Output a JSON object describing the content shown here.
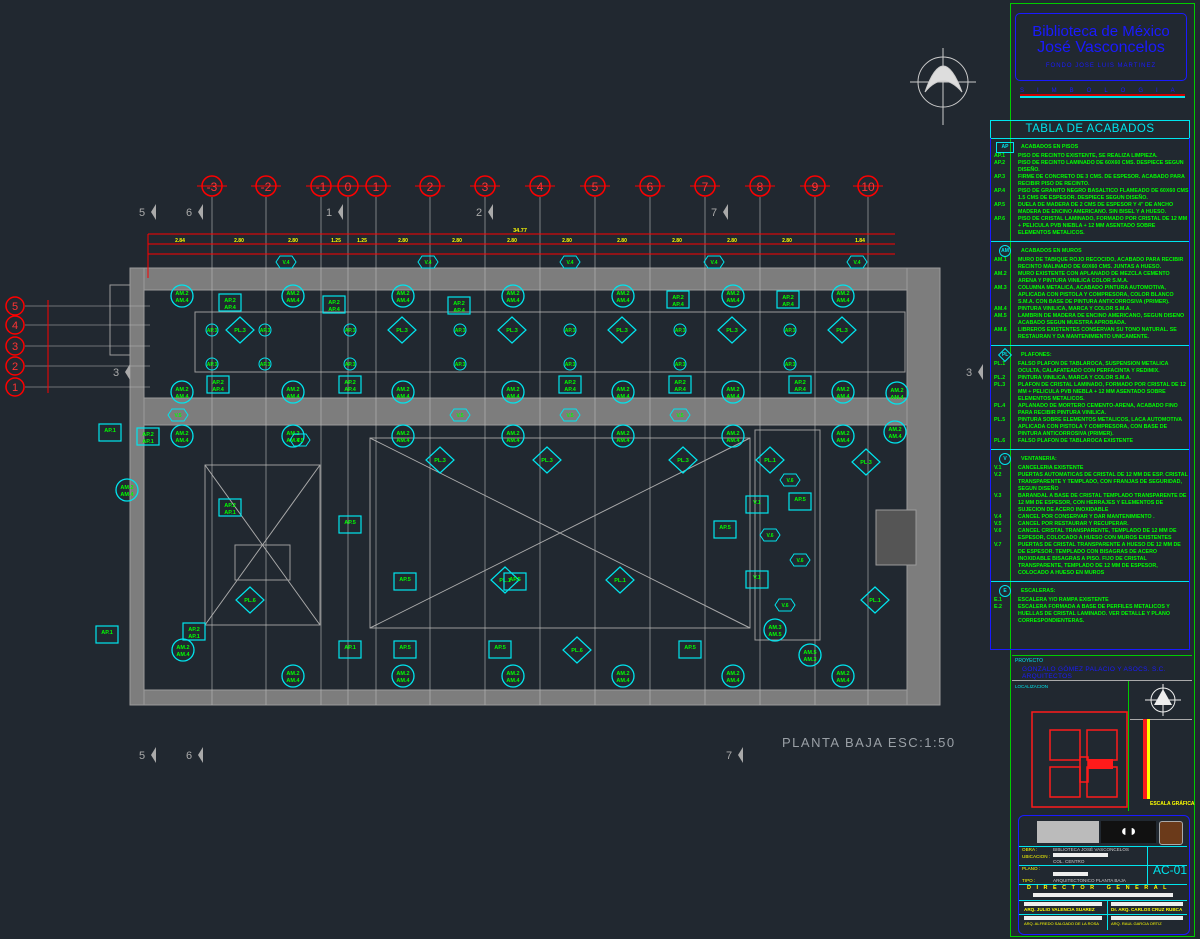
{
  "header": {
    "title_line1": "Biblioteca de México",
    "title_line2": "José Vasconcelos",
    "title_line3": "FONDO JOSE LUIS MARTINEZ",
    "simbologia": "SIMBOLOGIA"
  },
  "finishes_table": {
    "title": "TABLA DE ACABADOS",
    "sections": [
      {
        "symbol": "AP",
        "heading": "ACABADOS EN PISOS",
        "items": [
          {
            "code": "AP.1",
            "text": "PISO DE RECINTO EXISTENTE, SE REALIZA LIMPIEZA."
          },
          {
            "code": "AP.2",
            "text": "PISO DE RECINTO LAMINADO DE 60X60 CMS. DESPIECE SEGUN DISEÑO."
          },
          {
            "code": "AP.3",
            "text": "FIRME DE CONCRETO DE 3 CMS. DE ESPESOR. ACABADO PARA RECIBIR PISO DE RECINTO."
          },
          {
            "code": "AP.4",
            "text": "PISO DE GRANITO NEGRO BASALTICO FLAMEADO DE 60X60 CMS 1.5 CMS DE ESPESOR. DESPIECE SEGUN DISEÑO."
          },
          {
            "code": "AP.5",
            "text": "DUELA DE MADERA DE 2 CMS DE ESPESOR Y 4\" DE ANCHO MADERA DE ENCINO AMERICANO. SIN BISEL Y A HUESO."
          },
          {
            "code": "AP.6",
            "text": "PISO DE CRISTAL LAMINADO, FORMADO POR CRISTAL DE 12 MM + PELICULA PVB NIEBLA + 12 MM ASENTADO SOBRE ELEMENTOS METALICOS."
          }
        ]
      },
      {
        "symbol": "AM",
        "heading": "ACABADOS EN MUROS",
        "items": [
          {
            "code": "AM.1",
            "text": "MURO DE TABIQUE ROJO RECOCIDO, ACABADO PARA RECIBIR RECINTO MALINADO DE 60X60 CMS. JUNTAS A HUESO."
          },
          {
            "code": "AM.2",
            "text": "MURO EXISTENTE CON APLANADO DE MEZCLA CEMENTO ARENA Y PINTURA VINILICA COLOR S.M.A."
          },
          {
            "code": "AM.3",
            "text": "COLUMNA METALICA, ACABADO PINTURA AUTOMOTIVA, APLICADA CON PISTOLA Y COMPRESORA, COLOR BLANCO S.M.A. CON BASE DE PINTURA ANTICORROSIVA (PRIMER)."
          },
          {
            "code": "AM.4",
            "text": "PINTURA VINILICA, MARCA Y COLOR S.M.A."
          },
          {
            "code": "AM.5",
            "text": "LAMBRIN DE MADERA DE ENCINO AMERICANO, SEGUN DISEÑO ACABADO SEGUN MUESTRA APROBADA."
          },
          {
            "code": "AM.6",
            "text": "LIBREROS EXISTENTES CONSERVAN SU TONO NATURAL. SE RESTAURAN Y DA MANTENIMIENTO UNICAMENTE."
          }
        ]
      },
      {
        "symbol": "PL",
        "heading": "PLAFONES:",
        "items": [
          {
            "code": "PL.1",
            "text": "FALSO PLAFON DE TABLAROCA, SUSPENSION METALICA OCULTA, CALAFATEADO CON PERFACINTA Y REDIMIX."
          },
          {
            "code": "PL.2",
            "text": "PINTURA VINILICA, MARCA Y COLOR S.M.A."
          },
          {
            "code": "PL.3",
            "text": "PLAFON DE CRISTAL LAMINADO, FORMADO POR CRISTAL DE 12 MM + PELICULA PVB NIEBLA + 12 MM ASENTADO SOBRE ELEMENTOS METALICOS."
          },
          {
            "code": "PL.4",
            "text": "APLANADO DE MORTERO CEMENTO-ARENA, ACABADO FINO PARA RECIBIR PINTURA VINILICA."
          },
          {
            "code": "PL.5",
            "text": "PINTURA SOBRE ELEMENTOS METALICOS, LACA AUTOMOTIVA APLICADA CON PISTOLA Y COMPRESORA, CON BASE DE PINTURA ANTICORROSIVA (PRIMER)."
          },
          {
            "code": "PL.6",
            "text": "FALSO PLAFON DE TABLAROCA EXISTENTE"
          }
        ]
      },
      {
        "symbol": "V",
        "heading": "VENTANERIA:",
        "items": [
          {
            "code": "V.1",
            "text": "CANCELERIA EXISTENTE"
          },
          {
            "code": "V.2",
            "text": "PUERTAS AUTOMATICAS DE CRISTAL DE 12 MM DE ESP. CRISTAL TRANSPARENTE Y TEMPLADO, CON FRANJAS DE SEGURIDAD, SEGUN DISEÑO"
          },
          {
            "code": "V.3",
            "text": "BARANDAL A BASE DE CRISTAL TEMPLADO TRANSPARENTE DE 12 MM DE ESPESOR, CON HERRAJES Y ELEMENTOS DE SUJECION DE ACERO INOXIDABLE"
          },
          {
            "code": "V.4",
            "text": "CANCEL POR CONSERVAR Y DAR MANTENIMIENTO ."
          },
          {
            "code": "V.5",
            "text": "CANCEL POR RESTAURAR Y RECUPERAR."
          },
          {
            "code": "V.6",
            "text": "CANCEL CRISTAL TRANSPARENTE, TEMPLADO DE 12 MM DE ESPESOR, COLOCADO A HUESO CON MUROS EXISTENTES"
          },
          {
            "code": "V.7",
            "text": "PUERTAS DE CRISTAL TRANSPARENTE A HUESO DE 12 MM DE DE ESPESOR. TEMPLADO CON BISAGRAS DE ACERO INOXIDABLE BISAGRAS A PISO. FIJO DE CRISTAL TRANSPARENTE, TEMPLADO DE 12 MM DE ESPESOR, COLOCADO A HUESO EN MUROS"
          }
        ]
      },
      {
        "symbol": "E",
        "heading": "ESCALERAS:",
        "items": [
          {
            "code": "E.1",
            "text": "ESCALERA Y/O RAMPA EXISTENTE"
          },
          {
            "code": "E.2",
            "text": "ESCALERA FORMADA A BASE DE PERFILES METALICOS Y HUELLAS DE CRISTAL LAMINADO. VER DETALLE Y PLANO CORRESPONDIENTERAS."
          }
        ]
      }
    ]
  },
  "project": {
    "label": "PROYECTO",
    "value": "GONZALO GÓMEZ PALACIO Y ASOCS. S.C. ARQUITECTOS"
  },
  "location": {
    "label": "LOCALIZACION",
    "scale_label": "ESCALA GRÁFICA"
  },
  "title_block": {
    "obra_label": "OBRA :",
    "obra_value": "BIBLIOTECA JOSÉ VASCONCELOS",
    "ubicacion_label": "UBICACION :",
    "ubicacion_value": "COL. CENTRO",
    "plano_label": "PLANO :",
    "tipo_label": "TIPO :",
    "tipo_value": "ARQUITECTONICO PLANTA BAJA",
    "sheet_code": "AC-01",
    "director": "DIRECTOR GENERAL",
    "sign1": "ARQ. JULIO VALENCIA SUAREZ",
    "sign2": "Dr. ARQ. CARLOS CRUZ RUBCA",
    "sign3": "ARQ. ALFREDO SALGADO DE LA ROSA",
    "sign4": "ARQ. RAUL GARCIA ORTIZ"
  },
  "plan": {
    "caption": "PLANTA BAJA ESC:1:50",
    "grid_top": [
      "-3",
      "-2",
      "-1",
      "0",
      "1",
      "2",
      "3",
      "4",
      "5",
      "6",
      "7",
      "8",
      "9",
      "10"
    ],
    "grid_left": [
      "5",
      "4",
      "3",
      "2",
      "1"
    ],
    "total_dimension": "34.77",
    "dimensions_top": [
      "2.84",
      "2.80",
      "2.80",
      "1.25",
      "1.25",
      "2.80",
      "2.80",
      "2.80",
      "2.80",
      "2.80",
      "2.80",
      "2.80",
      "2.80",
      "1.84"
    ],
    "section_marks": [
      "5",
      "6",
      "1",
      "2",
      "7",
      "3",
      "3",
      "5",
      "6",
      "7"
    ],
    "tag_labels": [
      "AM.2",
      "AM.4",
      "AP.2",
      "AP.4",
      "PL.3",
      "AP.3",
      "V.4",
      "AP.1",
      "AP.5",
      "PL.1",
      "V.1",
      "V.5",
      "AM.5",
      "AM.3",
      "PL.6",
      "V.6"
    ]
  },
  "colors": {
    "background": "#212830",
    "grid_red": "#ff0000",
    "tag_cyan": "#00e5ee",
    "text_green": "#00ff00",
    "dim_yellow": "#ffff00",
    "wall_gray": "#8a8a8a",
    "title_blue": "#1a1aff"
  }
}
